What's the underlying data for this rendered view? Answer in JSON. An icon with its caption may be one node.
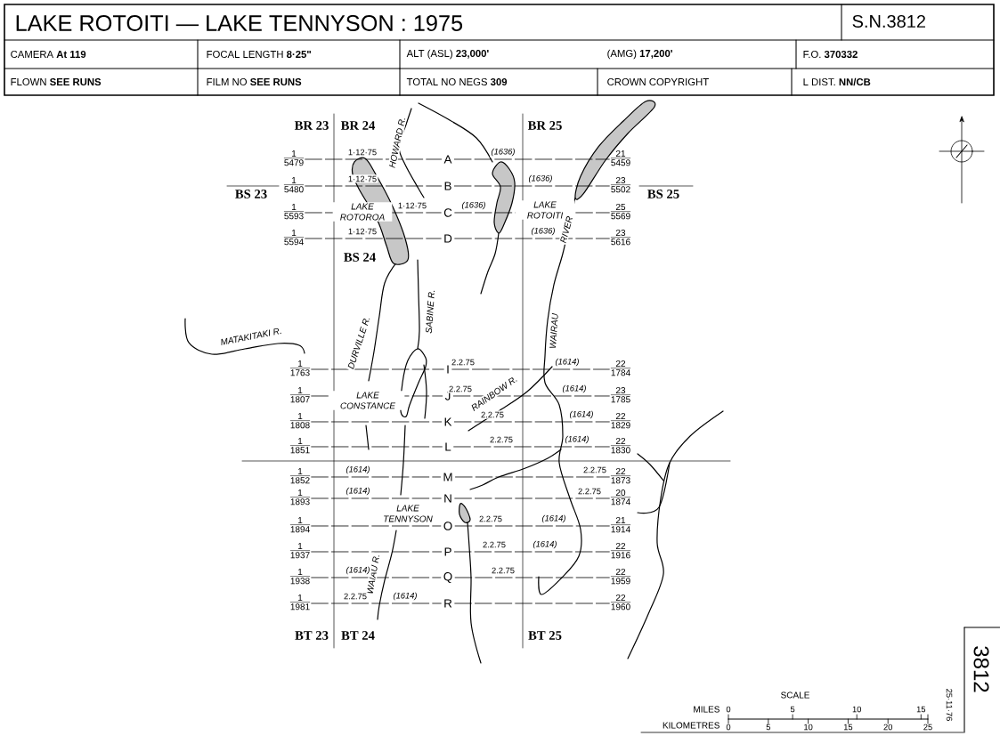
{
  "diagram": {
    "title": "LAKE ROTOITI — LAKE TENNYSON : 1975",
    "nodes": [
      {
        "text": [
          "1",
          "5479"
        ]
      },
      {
        "text": [
          "A"
        ]
      },
      {
        "text": [
          "21",
          "5459"
        ]
      },
      {
        "text": [
          "1",
          "5480"
        ]
      },
      {
        "text": [
          "B"
        ]
      },
      {
        "text": [
          "23",
          "5502"
        ]
      },
      {
        "text": [
          "1",
          "5593"
        ]
      },
      {
        "text": [
          "C"
        ]
      },
      {
        "text": [
          "25",
          "5569"
        ]
      },
      {
        "text": [
          "1",
          "5594"
        ]
      },
      {
        "text": [
          "D"
        ]
      },
      {
        "text": [
          "23",
          "5616"
        ]
      },
      {
        "text": [
          "1",
          "1763"
        ]
      },
      {
        "text": [
          "I"
        ]
      },
      {
        "text": [
          "22",
          "1784"
        ]
      },
      {
        "text": [
          "1",
          "1807"
        ]
      },
      {
        "text": [
          "J"
        ]
      },
      {
        "text": [
          "23",
          "1785"
        ]
      },
      {
        "text": [
          "1",
          "1808"
        ]
      },
      {
        "text": [
          "K"
        ]
      },
      {
        "text": [
          "22",
          "1829"
        ]
      },
      {
        "text": [
          "1",
          "1851"
        ]
      },
      {
        "text": [
          "L"
        ]
      },
      {
        "text": [
          "22",
          "1830"
        ]
      },
      {
        "text": [
          "1",
          "1852"
        ]
      },
      {
        "text": [
          "M"
        ]
      },
      {
        "text": [
          "22",
          "1873"
        ]
      },
      {
        "text": [
          "1",
          "1893"
        ]
      },
      {
        "text": [
          "N"
        ]
      },
      {
        "text": [
          "20",
          "1874"
        ]
      },
      {
        "text": [
          "1",
          "1894"
        ]
      },
      {
        "text": [
          "O"
        ]
      },
      {
        "text": [
          "21",
          "1914"
        ]
      },
      {
        "text": [
          "1",
          "1937"
        ]
      },
      {
        "text": [
          "P"
        ]
      },
      {
        "text": [
          "22",
          "1916"
        ]
      },
      {
        "text": [
          "1",
          "1938"
        ]
      },
      {
        "text": [
          "Q"
        ]
      },
      {
        "text": [
          "22",
          "1959"
        ]
      },
      {
        "text": [
          "1",
          "1981"
        ]
      },
      {
        "text": [
          "R"
        ]
      },
      {
        "text": [
          "22",
          "1960"
        ]
      }
    ],
    "edges": [
      {
        "from": 0,
        "to": 1,
        "arrow": "none"
      },
      {
        "from": 1,
        "to": 2,
        "arrow": "none"
      },
      {
        "from": 3,
        "to": 4,
        "arrow": "none"
      },
      {
        "from": 4,
        "to": 5,
        "arrow": "none"
      },
      {
        "from": 6,
        "to": 7,
        "arrow": "none"
      },
      {
        "from": 7,
        "to": 8,
        "arrow": "none"
      },
      {
        "from": 9,
        "to": 10,
        "arrow": "none"
      },
      {
        "from": 10,
        "to": 11,
        "arrow": "none"
      },
      {
        "from": 12,
        "to": 13,
        "arrow": "none"
      },
      {
        "from": 13,
        "to": 14,
        "arrow": "none"
      },
      {
        "from": 15,
        "to": 16,
        "arrow": "none"
      },
      {
        "from": 16,
        "to": 17,
        "arrow": "none"
      },
      {
        "from": 18,
        "to": 19,
        "arrow": "none"
      },
      {
        "from": 19,
        "to": 20,
        "arrow": "none"
      },
      {
        "from": 21,
        "to": 22,
        "arrow": "none"
      },
      {
        "from": 22,
        "to": 23,
        "arrow": "none"
      },
      {
        "from": 24,
        "to": 25,
        "arrow": "none"
      },
      {
        "from": 25,
        "to": 26,
        "arrow": "none"
      },
      {
        "from": 27,
        "to": 28,
        "arrow": "none"
      },
      {
        "from": 28,
        "to": 29,
        "arrow": "none"
      },
      {
        "from": 30,
        "to": 31,
        "arrow": "none"
      },
      {
        "from": 31,
        "to": 32,
        "arrow": "none"
      },
      {
        "from": 33,
        "to": 34,
        "arrow": "none"
      },
      {
        "from": 34,
        "to": 35,
        "arrow": "none"
      },
      {
        "from": 36,
        "to": 37,
        "arrow": "none"
      },
      {
        "from": 37,
        "to": 38,
        "arrow": "none"
      },
      {
        "from": 39,
        "to": 40,
        "arrow": "none"
      },
      {
        "from": 40,
        "to": 41,
        "arrow": "none"
      }
    ],
    "labels": [
      "S.N.3812",
      "CAMERA **At 119**",
      "FOCAL LENGTH **8·25\"**",
      "ALT (ASL) **23,000'**",
      "(AMG) **17,200'**",
      "F.O. **370332**",
      "FLOWN **SEE RUNS**",
      "FILM NO **SEE RUNS**",
      "TOTAL NO NEGS **309**",
      "CROWN COPYRIGHT",
      "L DIST. **NN/CB**",
      "BR 23",
      "BR 24",
      "BR 25",
      "BS 23",
      "BS 25",
      "BS 24",
      "BT 23",
      "BT 24",
      "BT 25",
      "HOWARD R.",
      "LAKE ROTOROA",
      "LAKE ROTOITI",
      "RIVER",
      "WAIRAU",
      "SABINE R.",
      "DURVILLE R.",
      "MATAKITAKI R.",
      "LAKE CONSTANCE",
      "RAINBOW R.",
      "LAKE TENNYSON",
      "WAIAU R.",
      "1·12·75",
      "(1636)",
      "1·12·75",
      "(1636)",
      "1·12·75",
      "(1636)",
      "1·12·75",
      "(1636)",
      "2.2.75",
      "(1614)",
      "2.2.75",
      "(1614)",
      "2.2.75",
      "(1614)",
      "2.2.75",
      "(1614)",
      "(1614)",
      "2.2.75",
      "(1614)",
      "2.2.75",
      "2.2.75",
      "(1614)",
      "2.2.75",
      "(1614)",
      "(1614)",
      "2.2.75",
      "2.2.75",
      "(1614)",
      "SCALE",
      "MILES",
      "0",
      "5",
      "10",
      "15",
      "KILOMETRES",
      "0",
      "5",
      "10",
      "15",
      "20",
      "25",
      "25·11·76",
      "3812"
    ]
  }
}
